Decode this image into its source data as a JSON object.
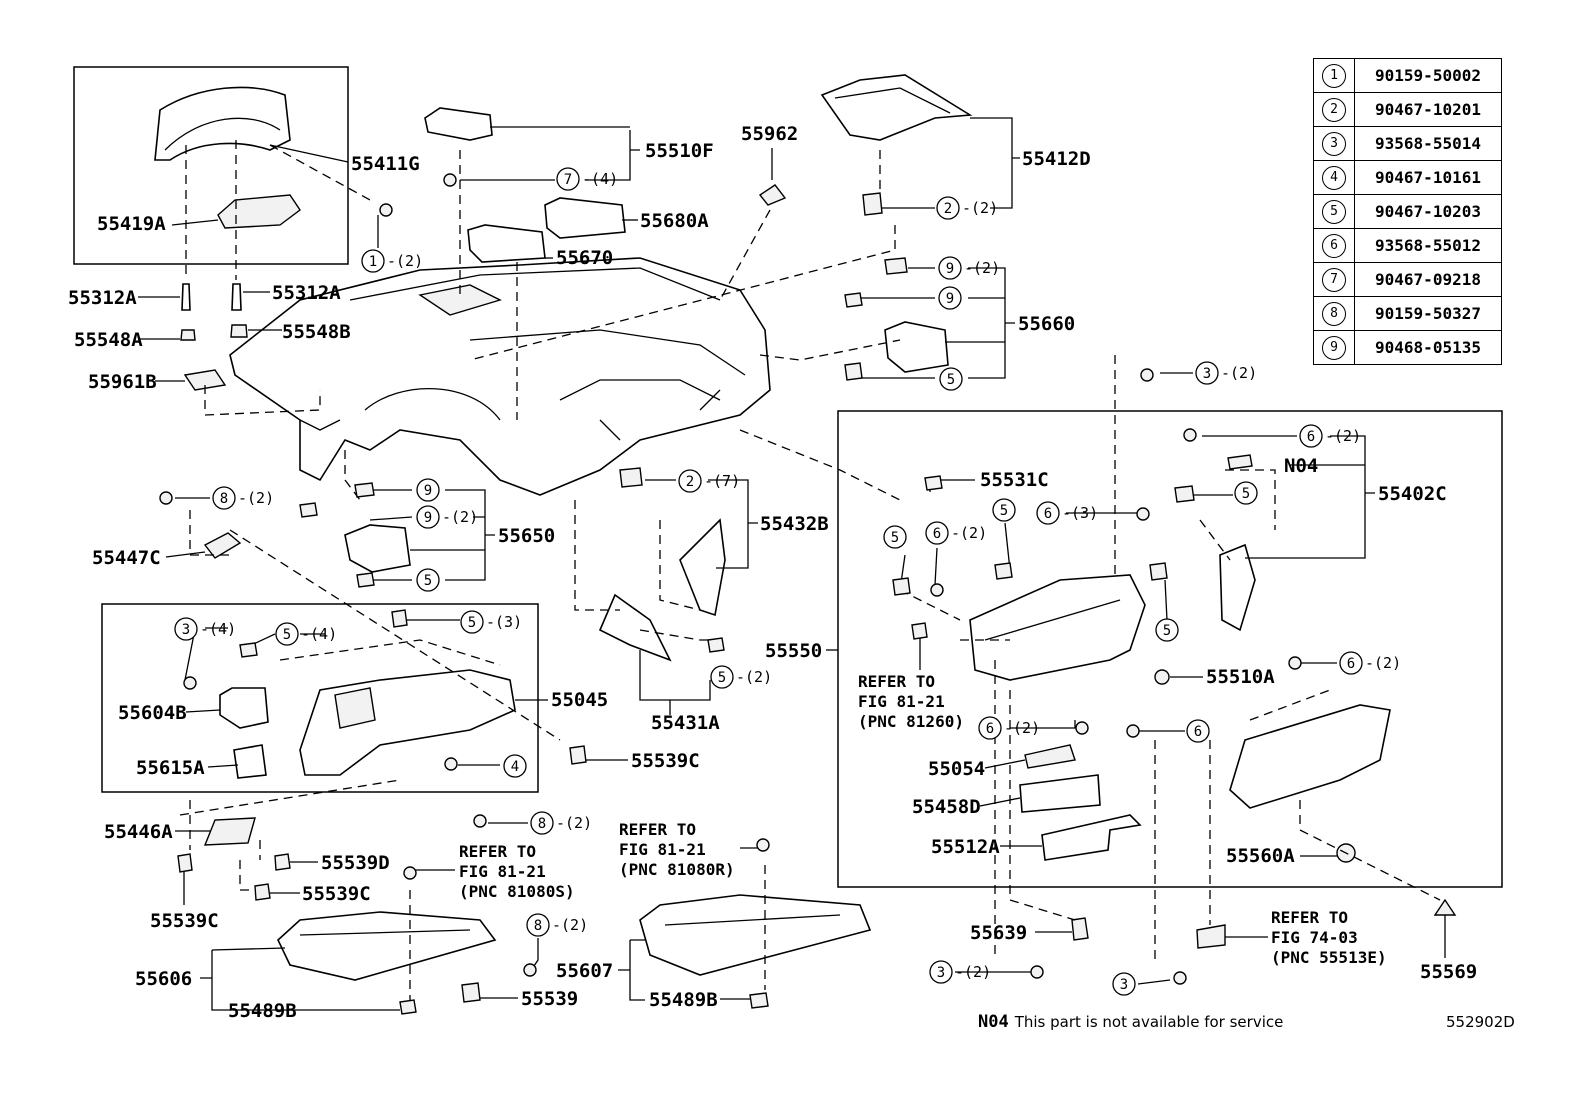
{
  "drawing_id": "552902D",
  "footnote": {
    "code": "N04",
    "text": "This part is not available for service"
  },
  "legend": [
    {
      "num": "1",
      "part": "90159-50002"
    },
    {
      "num": "2",
      "part": "90467-10201"
    },
    {
      "num": "3",
      "part": "93568-55014"
    },
    {
      "num": "4",
      "part": "90467-10161"
    },
    {
      "num": "5",
      "part": "90467-10203"
    },
    {
      "num": "6",
      "part": "93568-55012"
    },
    {
      "num": "7",
      "part": "90467-09218"
    },
    {
      "num": "8",
      "part": "90159-50327"
    },
    {
      "num": "9",
      "part": "90468-05135"
    }
  ],
  "labels": {
    "p55411G": "55411G",
    "p55419A": "55419A",
    "p55510F": "55510F",
    "p55962": "55962",
    "p55412D": "55412D",
    "p55680A": "55680A",
    "p55670": "55670",
    "p55312A_l": "55312A",
    "p55312A_r": "55312A",
    "p55548A": "55548A",
    "p55548B": "55548B",
    "p55961B": "55961B",
    "p55660": "55660",
    "p55650": "55650",
    "p55447C": "55447C",
    "p55432B": "55432B",
    "p55531C": "55531C",
    "p55402C": "55402C",
    "pN04": "N04",
    "p55550": "55550",
    "p55045": "55045",
    "p55604B": "55604B",
    "p55615A": "55615A",
    "p55431A": "55431A",
    "p55539C_a": "55539C",
    "p55510A": "55510A",
    "p55054": "55054",
    "p55458D": "55458D",
    "p55512A": "55512A",
    "p55560A": "55560A",
    "p55446A": "55446A",
    "p55539D": "55539D",
    "p55539C_b": "55539C",
    "p55539C_c": "55539C",
    "p55606": "55606",
    "p55489B_l": "55489B",
    "p55539": "55539",
    "p55607": "55607",
    "p55489B_r": "55489B",
    "p55639": "55639",
    "p55569": "55569"
  },
  "refs": {
    "r1": [
      "REFER TO",
      "FIG 81-21",
      "(PNC 81260)"
    ],
    "r2": [
      "REFER TO",
      "FIG 81-21",
      "(PNC 81080S)"
    ],
    "r3": [
      "REFER TO",
      "FIG 81-21",
      "(PNC 81080R)"
    ],
    "r4": [
      "REFER TO",
      "FIG 74-03",
      "(PNC 55513E)"
    ]
  },
  "callouts": [
    {
      "num": "1",
      "qty": "-(2)"
    },
    {
      "num": "7",
      "qty": "-(4)"
    },
    {
      "num": "2",
      "qty": "-(2)"
    },
    {
      "num": "9",
      "qty": "-(2)"
    },
    {
      "num": "9",
      "qty": ""
    },
    {
      "num": "5",
      "qty": ""
    },
    {
      "num": "3",
      "qty": "-(2)"
    },
    {
      "num": "6",
      "qty": "-(2)"
    },
    {
      "num": "5",
      "qty": ""
    },
    {
      "num": "6",
      "qty": "-(3)"
    },
    {
      "num": "8",
      "qty": "-(2)"
    },
    {
      "num": "9",
      "qty": ""
    },
    {
      "num": "9",
      "qty": "-(2)"
    },
    {
      "num": "5",
      "qty": ""
    },
    {
      "num": "2",
      "qty": "-(7)"
    },
    {
      "num": "5",
      "qty": ""
    },
    {
      "num": "6",
      "qty": "-(2)"
    },
    {
      "num": "5",
      "qty": ""
    },
    {
      "num": "5",
      "qty": ""
    },
    {
      "num": "3",
      "qty": "-(4)"
    },
    {
      "num": "5",
      "qty": "-(4)"
    },
    {
      "num": "5",
      "qty": "-(3)"
    },
    {
      "num": "4",
      "qty": ""
    },
    {
      "num": "5",
      "qty": "-(2)"
    },
    {
      "num": "6",
      "qty": "-(2)"
    },
    {
      "num": "6",
      "qty": "-(2)"
    },
    {
      "num": "6",
      "qty": ""
    },
    {
      "num": "8",
      "qty": "-(2)"
    },
    {
      "num": "8",
      "qty": "-(2)"
    },
    {
      "num": "3",
      "qty": "-(2)"
    },
    {
      "num": "3",
      "qty": ""
    }
  ]
}
